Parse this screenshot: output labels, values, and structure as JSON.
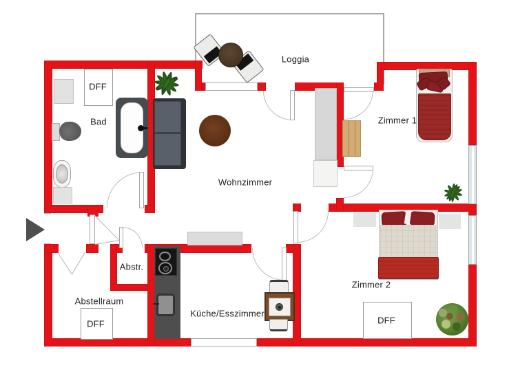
{
  "floorplan": {
    "rooms": {
      "loggia": {
        "label": "Loggia"
      },
      "bad": {
        "label": "Bad",
        "roof_window": "DFF"
      },
      "wohnzimmer": {
        "label": "Wohnzimmer"
      },
      "zimmer1": {
        "label": "Zimmer 1"
      },
      "zimmer2": {
        "label": "Zimmer 2",
        "roof_window": "DFF"
      },
      "kueche": {
        "label": "Küche/Esszimmer"
      },
      "abstellraum": {
        "label": "Abstellraum",
        "roof_window": "DFF"
      },
      "abstr": {
        "label": "Abstr."
      }
    },
    "colors": {
      "wall_red": "#e31419",
      "background": "#ffffff",
      "window_tint": "#dce6e8",
      "outline_gray": "#a9a9a9",
      "label_text": "#1f1f1f",
      "bed_red": "#9b2a27",
      "pillow_red": "#801d20",
      "wood_tan": "#d3ac74",
      "counter_gray": "#4e4e4e"
    },
    "furniture": {
      "loggia": [
        "chair",
        "round-table",
        "chair"
      ],
      "bad": [
        "cabinet",
        "toilet",
        "bathtub",
        "sink",
        "cabinet"
      ],
      "wohnzimmer": [
        "plant",
        "sofa",
        "round-rug",
        "shelf-cabinet",
        "sideboard"
      ],
      "zimmer1": [
        "single-bed",
        "wood-dresser",
        "plant"
      ],
      "zimmer2": [
        "double-bed",
        "bedside-rug",
        "bedside-rug",
        "plant"
      ],
      "kueche": [
        "kitchen-counter",
        "stove",
        "kitchen-sink",
        "dining-table",
        "chair",
        "chair"
      ]
    },
    "entrance_marker": "entry-arrow"
  }
}
